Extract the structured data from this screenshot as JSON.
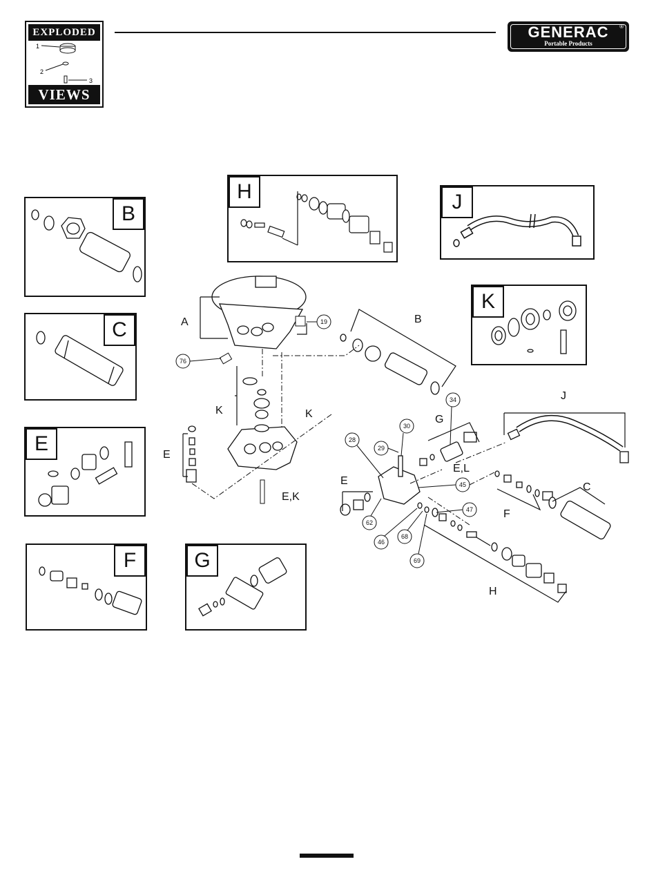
{
  "badge": {
    "top": "EXPLODED",
    "bottom": "VIEWS",
    "callouts": [
      "1",
      "2",
      "3"
    ]
  },
  "logo": {
    "brand": "GENERAC",
    "reg": "®",
    "sub": "Portable Products"
  },
  "panels": {
    "B": {
      "letter": "B"
    },
    "C": {
      "letter": "C"
    },
    "E": {
      "letter": "E"
    },
    "F": {
      "letter": "F"
    },
    "G": {
      "letter": "G"
    },
    "H": {
      "letter": "H"
    },
    "J": {
      "letter": "J"
    },
    "K": {
      "letter": "K"
    }
  },
  "labels": {
    "A": "A",
    "B": "B",
    "C": "C",
    "E1": "E",
    "E2": "E",
    "F": "F",
    "G": "G",
    "H": "H",
    "J": "J",
    "K1": "K",
    "K2": "K",
    "EK": "E,K",
    "EL": "E,L"
  },
  "callouts": [
    "19",
    "76",
    "30",
    "34",
    "29",
    "28",
    "45",
    "47",
    "62",
    "46",
    "68",
    "69"
  ]
}
